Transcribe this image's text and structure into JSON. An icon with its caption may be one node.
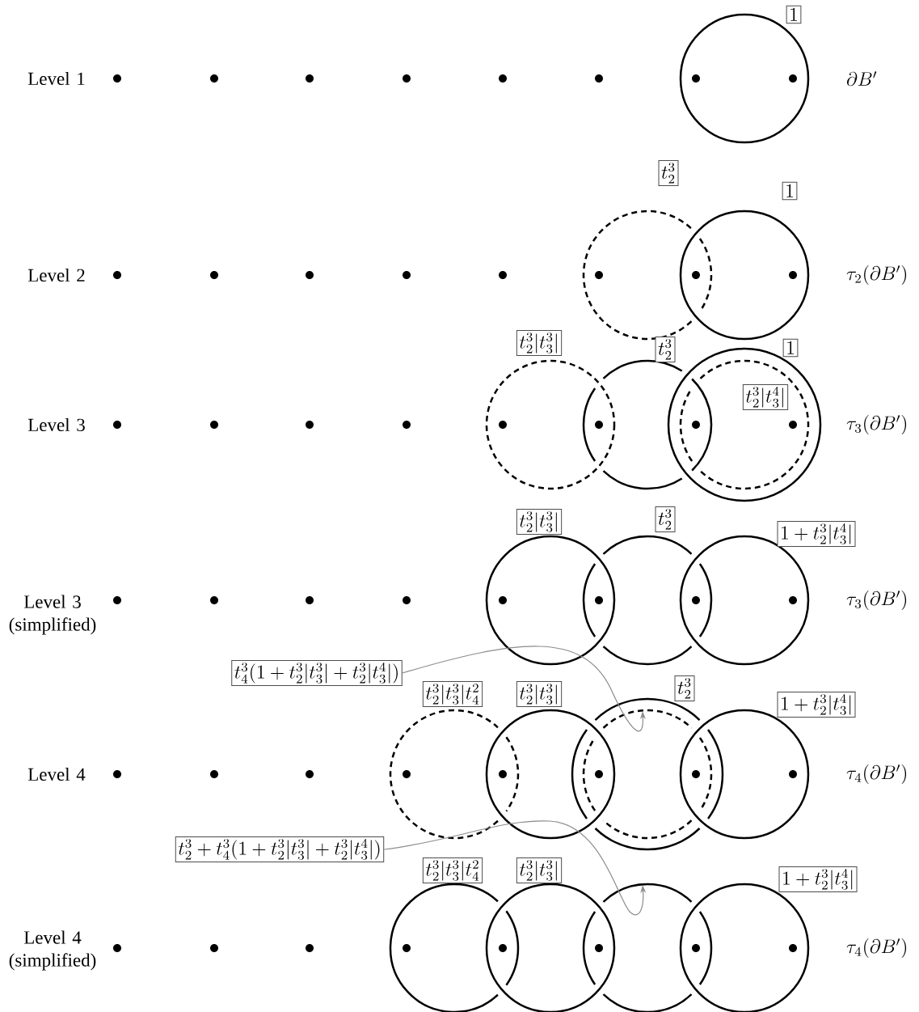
{
  "diagram": {
    "nodes": [
      {
        "text": [
          "1"
        ]
      },
      {
        "text": [
          "t_2^3"
        ]
      },
      {
        "text": [
          "1"
        ]
      },
      {
        "text": [
          "t_2^3|t_3^3|"
        ]
      },
      {
        "text": [
          "t_2^3"
        ]
      },
      {
        "text": [
          "1"
        ]
      },
      {
        "text": [
          "t_2^3|t_3^4|"
        ]
      },
      {
        "text": [
          "t_2^3|t_3^3|"
        ]
      },
      {
        "text": [
          "t_2^3"
        ]
      },
      {
        "text": [
          "1+t_2^3|t_3^4|"
        ]
      },
      {
        "text": [
          "t_4^3(1+t_2^3|t_3^3|+t_2^3|t_3^4|)"
        ]
      },
      {
        "text": [
          "t_2^3|t_3^3|t_4^2"
        ]
      },
      {
        "text": [
          "t_2^3|t_3^3|"
        ]
      },
      {
        "text": [
          "t_2^3"
        ]
      },
      {
        "text": [
          "1+t_2^3|t_3^4|"
        ]
      },
      {
        "text": [
          "t_2^3+t_4^3(1+t_2^3|t_3^3|+t_2^3|t_3^4|)"
        ]
      },
      {
        "text": [
          "t_2^3|t_3^3|t_4^2"
        ]
      },
      {
        "text": [
          "t_2^3|t_3^3|"
        ]
      },
      {
        "text": [
          "1+t_2^3|t_3^4|"
        ]
      }
    ],
    "edges": [
      {
        "from": 10,
        "to": null,
        "arrow": "to"
      },
      {
        "from": 15,
        "to": null,
        "arrow": "to"
      }
    ],
    "labels": [
      "Level 1",
      "\\partial B'",
      "Level 2",
      "\\tau_2(\\partial B')",
      "Level 3",
      "\\tau_3(\\partial B')",
      "Level 3 (simplified)",
      "\\tau_3(\\partial B')",
      "Level 4",
      "\\tau_4(\\partial B')",
      "Level 4 (simplified)",
      "\\tau_4(\\partial B')"
    ]
  }
}
